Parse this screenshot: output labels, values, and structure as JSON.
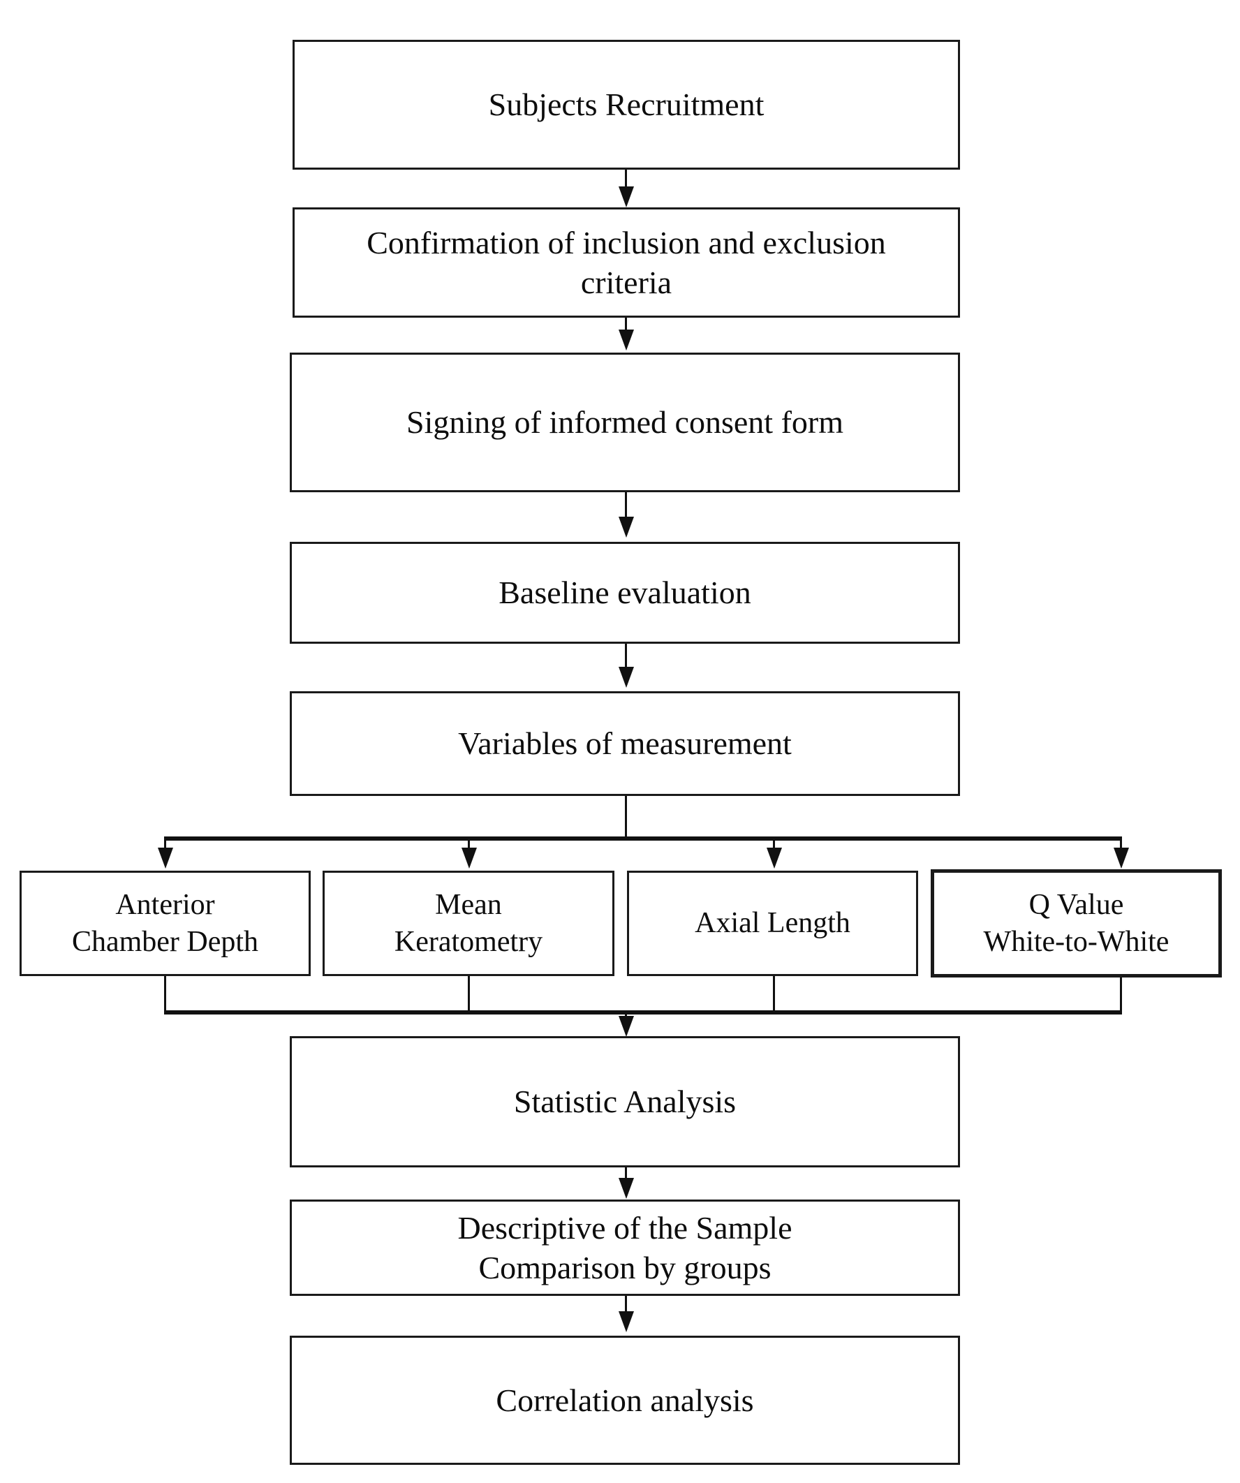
{
  "diagram": {
    "title": "Study workflow flowchart",
    "orientation": "top-to-bottom",
    "stroke_color": "#111111",
    "fill_color": "#ffffff",
    "nodes": {
      "recruitment": "Subjects Recruitment",
      "criteria": "Confirmation of inclusion and exclusion\ncriteria",
      "consent": "Signing of informed consent form",
      "baseline": "Baseline evaluation",
      "variables": "Variables of measurement",
      "statistic": "Statistic Analysis",
      "descriptive": "Descriptive of the Sample\nComparison by groups",
      "correlation": "Correlation analysis"
    },
    "branch_nodes": [
      {
        "id": "acd",
        "label": "Anterior\nChamber Depth"
      },
      {
        "id": "mean-k",
        "label": "Mean\nKeratometry"
      },
      {
        "id": "axial-length",
        "label": "Axial Length"
      },
      {
        "id": "q-value-wtw",
        "label": "Q Value\nWhite-to-White"
      }
    ]
  }
}
